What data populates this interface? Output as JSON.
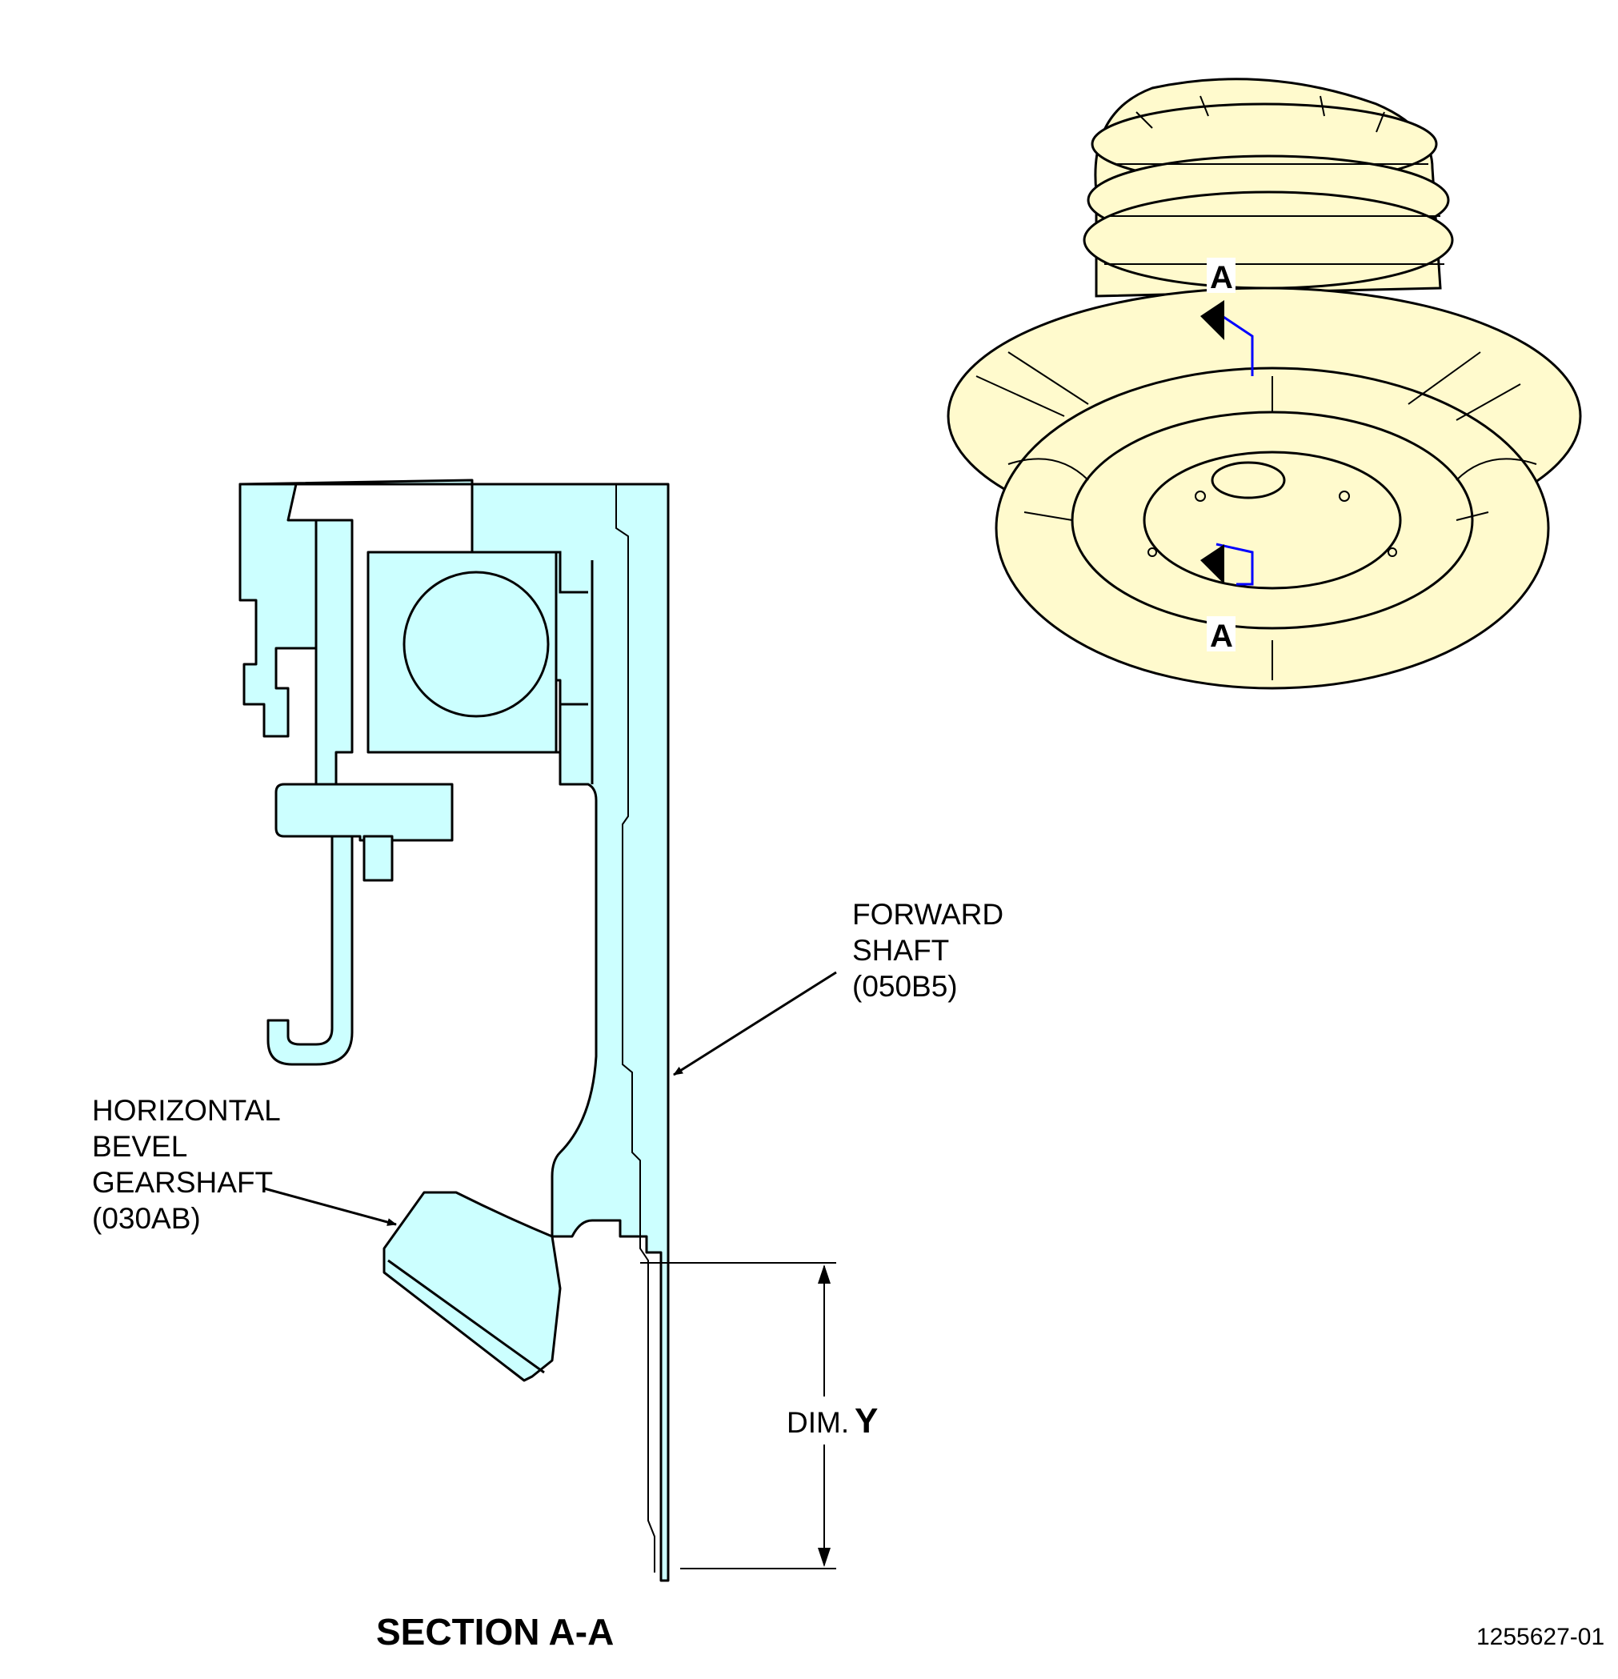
{
  "labels": {
    "forward_shaft": [
      "FORWARD",
      "SHAFT",
      "(050B5)"
    ],
    "bevel_gearshaft": [
      "HORIZONTAL",
      "BEVEL",
      "GEARSHAFT",
      "(030AB)"
    ],
    "dimension_prefix": "DIM.",
    "dimension_letter": "Y",
    "section_title": "SECTION A-A",
    "section_marker": "A",
    "document_number": "1255627-01"
  },
  "colors": {
    "section_fill": "#ccffff",
    "engine_fill": "#fffacd",
    "cut_line": "#0000ff",
    "ink": "#000000"
  }
}
